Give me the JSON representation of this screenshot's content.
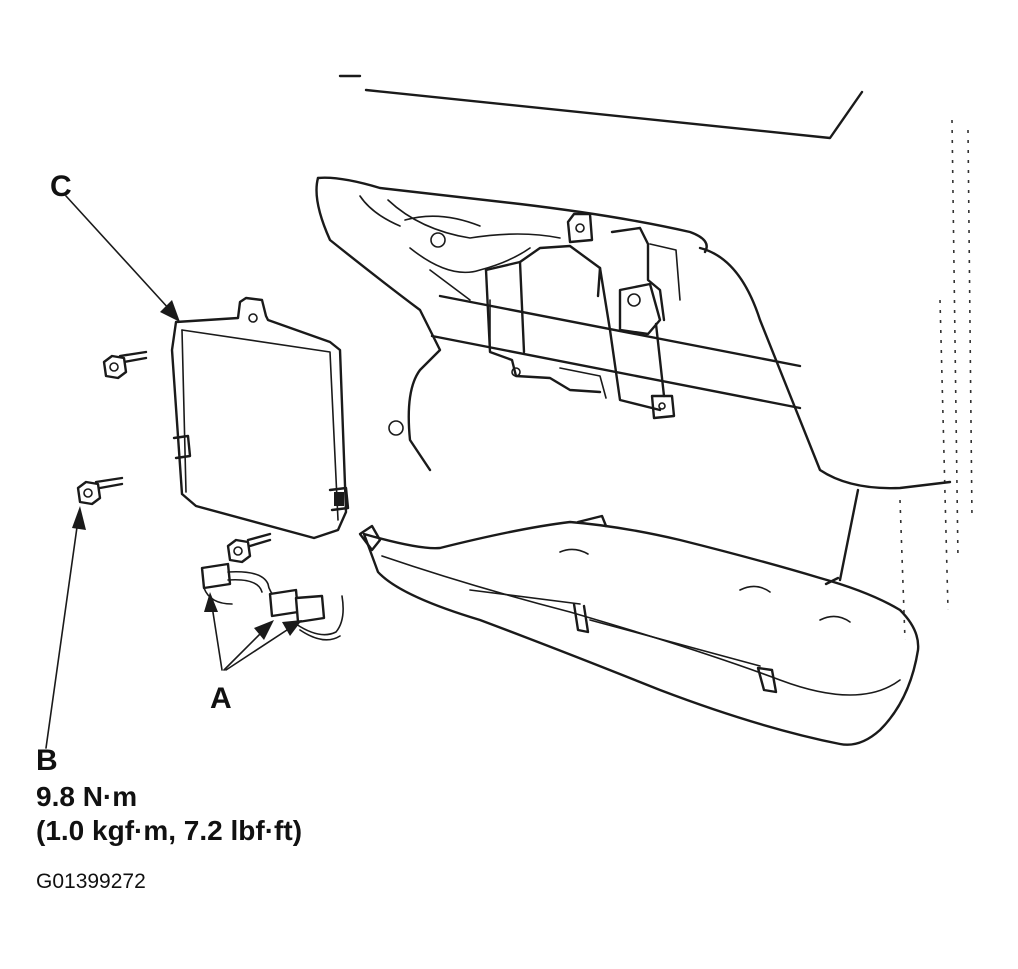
{
  "callouts": {
    "a": "A",
    "b": "B",
    "c": "C"
  },
  "torque": {
    "metric": "9.8 N·m",
    "imperial": "(1.0 kgf·m, 7.2 lbf·ft)"
  },
  "figure_code": "G01399272",
  "colors": {
    "ink": "#1a1a1a",
    "paper": "#ffffff"
  }
}
